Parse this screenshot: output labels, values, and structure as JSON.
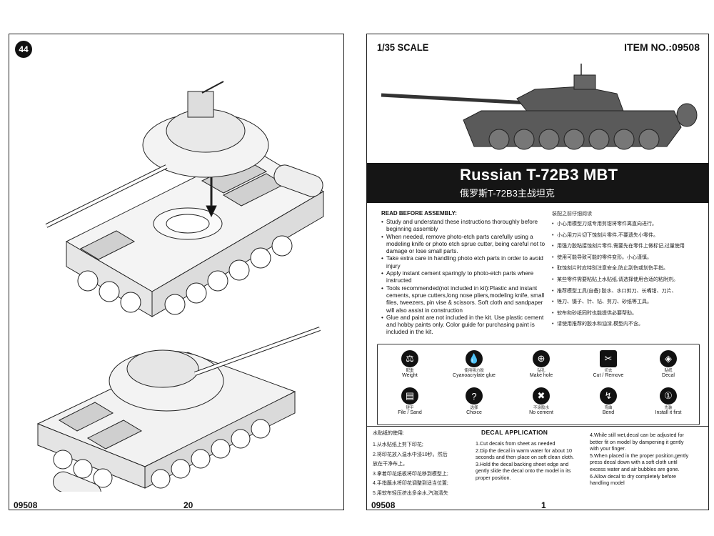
{
  "left_page": {
    "step_number": "44",
    "footer_code": "09508",
    "page_number": "20"
  },
  "right_page": {
    "scale": "1/35 SCALE",
    "item_no": "ITEM NO.:09508",
    "title_en": "Russian T-72B3 MBT",
    "title_cn": "俄罗斯T-72B3主战坦克",
    "read_before_heading": "READ BEFORE ASSEMBLY:",
    "read_before_heading_cn": "装配之前仔细阅读",
    "instructions_en": [
      "Study and understand these instructions thoroughly before beginning assembly",
      "When needed, remove photo-etch parts carefully using a modeling knife or photo etch sprue cutter, being careful not to damage or lose small parts.",
      "Take extra care in handling photo etch parts in order to avoid injury",
      "Apply instant cement sparingly to photo-etch parts where instructed",
      "Tools recommended(not included in kit):Plastic and instant cements, sprue cutters,long nose pliers,modeling knife, small files, tweezers, pin vise & scissors. Soft cloth and sandpaper will also assist in construction",
      "Glue and paint are not included in the kit. Use plastic cement and hobby paints only. Color guide for purchasing paint is included in the kit."
    ],
    "instructions_cn": [
      "小心用模型刀或专用剪钳将零件离直向进行。",
      "小心用刀片切下蚀刻片零件,不要遗失小零件。",
      "用强力胶粘接蚀刻片零件,需要先在零件上做标记,过量使用",
      "使用可能导致可能的零件变形。小心谨慎。",
      "取蚀刻片时应特别注意安全,防止刮伤或划伤手指。",
      "某些零件需要粘贴上水贴纸,请选择使用合适的粘附剂。",
      "推荐模型工具(自备):胶水、水口剪刀、长嘴钳、刀片、",
      "锉刀、镊子、针、钻、剪刀、砂纸等工具。",
      "软布和砂纸同时也能提供必要帮助。",
      "请使用推荐的胶水和油漆,模型内不含。"
    ],
    "icons": [
      {
        "name": "weight-icon",
        "glyph": "⚖",
        "cn": "配重",
        "en": "Weight"
      },
      {
        "name": "cyanoacrylate-glue-icon",
        "glyph": "💧",
        "cn": "使用强力胶",
        "en": "Cyanoacrylate glue"
      },
      {
        "name": "make-hole-icon",
        "glyph": "⊕",
        "cn": "钻孔",
        "en": "Make hole"
      },
      {
        "name": "cut-remove-icon",
        "glyph": "✂",
        "cn": "切去",
        "en": "Cut / Remove"
      },
      {
        "name": "decal-icon",
        "glyph": "◈",
        "cn": "贴纸",
        "en": "Decal"
      },
      {
        "name": "file-sand-icon",
        "glyph": "▤",
        "cn": "锉平",
        "en": "File / Sand"
      },
      {
        "name": "choice-icon",
        "glyph": "?",
        "cn": "选择",
        "en": "Choice"
      },
      {
        "name": "no-cement-icon",
        "glyph": "✖",
        "cn": "不涂胶水",
        "en": "No cement"
      },
      {
        "name": "bend-icon",
        "glyph": "↯",
        "cn": "弯曲",
        "en": "Bend"
      },
      {
        "name": "install-first-icon",
        "glyph": "①",
        "cn": "先装",
        "en": "Install it first"
      }
    ],
    "decal_title": "DECAL APPLICATION",
    "decal_cn_title": "水贴纸的使用:",
    "decal_cn": [
      "1.从水贴纸上剪下印花;",
      "2.将印花放入温水中浸10秒。然后",
      "放在干净布上。",
      "3.拿着印花纸板将印花移到模型上;",
      "4.手指蘸水将印花调整到适当位置;",
      "5.用软布轻压挤出多余水,汽泡清失"
    ],
    "decal_en_1": [
      "1.Cut decals from sheet as needed",
      "2.Dip the decal in warm water for about 10",
      "seconds and then place on soft clean cloth.",
      "3.Hold the decal backing sheet edge and",
      "gently slide the decal onto the model in its",
      "proper position."
    ],
    "decal_en_2": [
      "4.While still wet,decal can be adjusted for",
      "better fit on model by dampening it gently",
      "with your finger.",
      "5.When placed in the proper position,gently",
      "press decal down with a soft cloth until",
      "excess water and air bubbles are gone.",
      "6.Allow decal to dry completely before",
      "handling model"
    ],
    "footer_code": "09508",
    "page_number": "1"
  },
  "colors": {
    "ink": "#111111",
    "band": "#151515",
    "tank_body": "#5a5a5a",
    "paper": "#ffffff"
  }
}
